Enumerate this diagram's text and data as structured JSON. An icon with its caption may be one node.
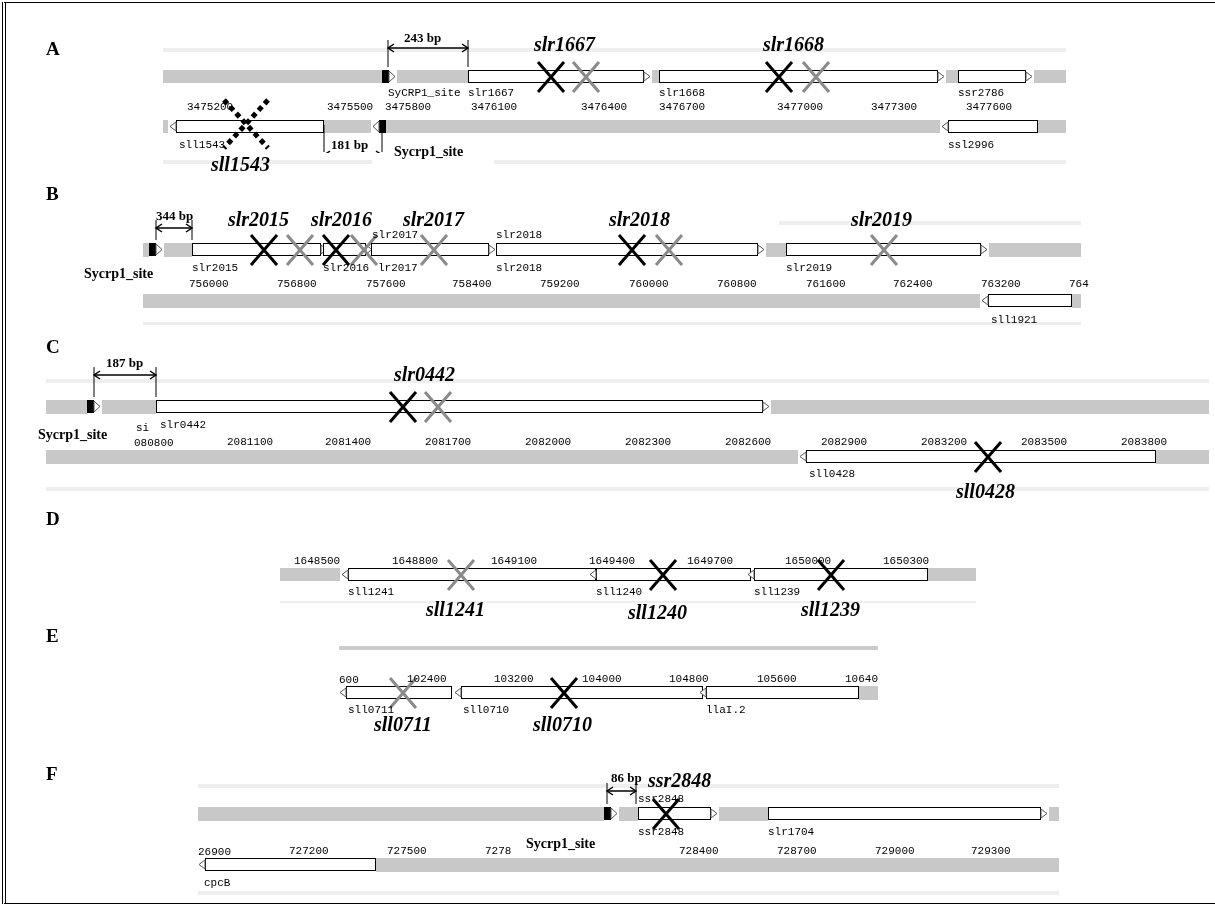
{
  "diagram": {
    "nodes": [
      {
        "text": [
          "SyCRP1_site"
        ]
      },
      {
        "text": [
          "slr1667"
        ],
        "beside": [
          "slr1667"
        ]
      },
      {
        "text": [
          "slr1668"
        ],
        "beside": [
          "slr1668"
        ]
      },
      {
        "text": [
          "ssr2786"
        ]
      },
      {
        "text": [
          "sll1543"
        ],
        "beside": [
          "sll1543"
        ]
      },
      {
        "text": [
          "Sycrp1_site"
        ]
      },
      {
        "text": [
          "ssl2996"
        ]
      },
      {
        "text": [
          "Sycrp1_site"
        ]
      },
      {
        "text": [
          "slr2015"
        ],
        "beside": [
          "slr2015"
        ]
      },
      {
        "text": [
          "slr2016"
        ],
        "beside": [
          "slr2016"
        ]
      },
      {
        "text": [
          "slr2017",
          "lr2017"
        ],
        "beside": [
          "slr2017"
        ]
      },
      {
        "text": [
          "slr2018",
          "slr2018"
        ],
        "beside": [
          "slr2018"
        ]
      },
      {
        "text": [
          "slr2019"
        ],
        "beside": [
          "slr2019"
        ]
      },
      {
        "text": [
          "sll1921"
        ]
      },
      {
        "text": [
          "Sycrp1_site"
        ]
      },
      {
        "text": [
          "slr0442"
        ],
        "beside": [
          "slr0442"
        ]
      },
      {
        "text": [
          "sll0428"
        ],
        "beside": [
          "sll0428"
        ]
      },
      {
        "text": [
          "sll1241"
        ],
        "beside": [
          "sll1241"
        ]
      },
      {
        "text": [
          "sll1240"
        ],
        "beside": [
          "sll1240"
        ]
      },
      {
        "text": [
          "sll1239"
        ],
        "beside": [
          "sll1239"
        ]
      },
      {
        "text": [
          "sll0711"
        ],
        "beside": [
          "sll0711"
        ]
      },
      {
        "text": [
          "sll0710"
        ],
        "beside": [
          "sll0710"
        ]
      },
      {
        "text": [
          "llaI.2"
        ]
      },
      {
        "text": [
          "Sycrp1_site"
        ]
      },
      {
        "text": [
          "ssr2848",
          "ssr2848"
        ],
        "beside": [
          "ssr2848"
        ]
      },
      {
        "text": [
          "slr1704"
        ]
      },
      {
        "text": [
          "cpcB"
        ]
      }
    ],
    "labels": [
      "A",
      "243 bp",
      "3475200",
      "3475500",
      "3475800",
      "3476100",
      "3476400",
      "3476700",
      "3477000",
      "3477300",
      "3477600",
      "181 bp",
      "B",
      "344 bp",
      "756000",
      "756800",
      "757600",
      "758400",
      "759200",
      "760000",
      "760800",
      "761600",
      "762400",
      "763200",
      "764",
      "C",
      "187 bp",
      "si",
      "080800",
      "2081100",
      "2081400",
      "2081700",
      "2082000",
      "2082300",
      "2082600",
      "2082900",
      "2083200",
      "2083500",
      "2083800",
      "D",
      "1648500",
      "1648800",
      "1649100",
      "1649400",
      "1649700",
      "1650000",
      "1650300",
      "E",
      "600",
      "102400",
      "103200",
      "104000",
      "104800",
      "105600",
      "10640",
      "F",
      "86 bp",
      "26900",
      "727200",
      "727500",
      "7278",
      "728400",
      "728700",
      "729000",
      "729300"
    ]
  }
}
